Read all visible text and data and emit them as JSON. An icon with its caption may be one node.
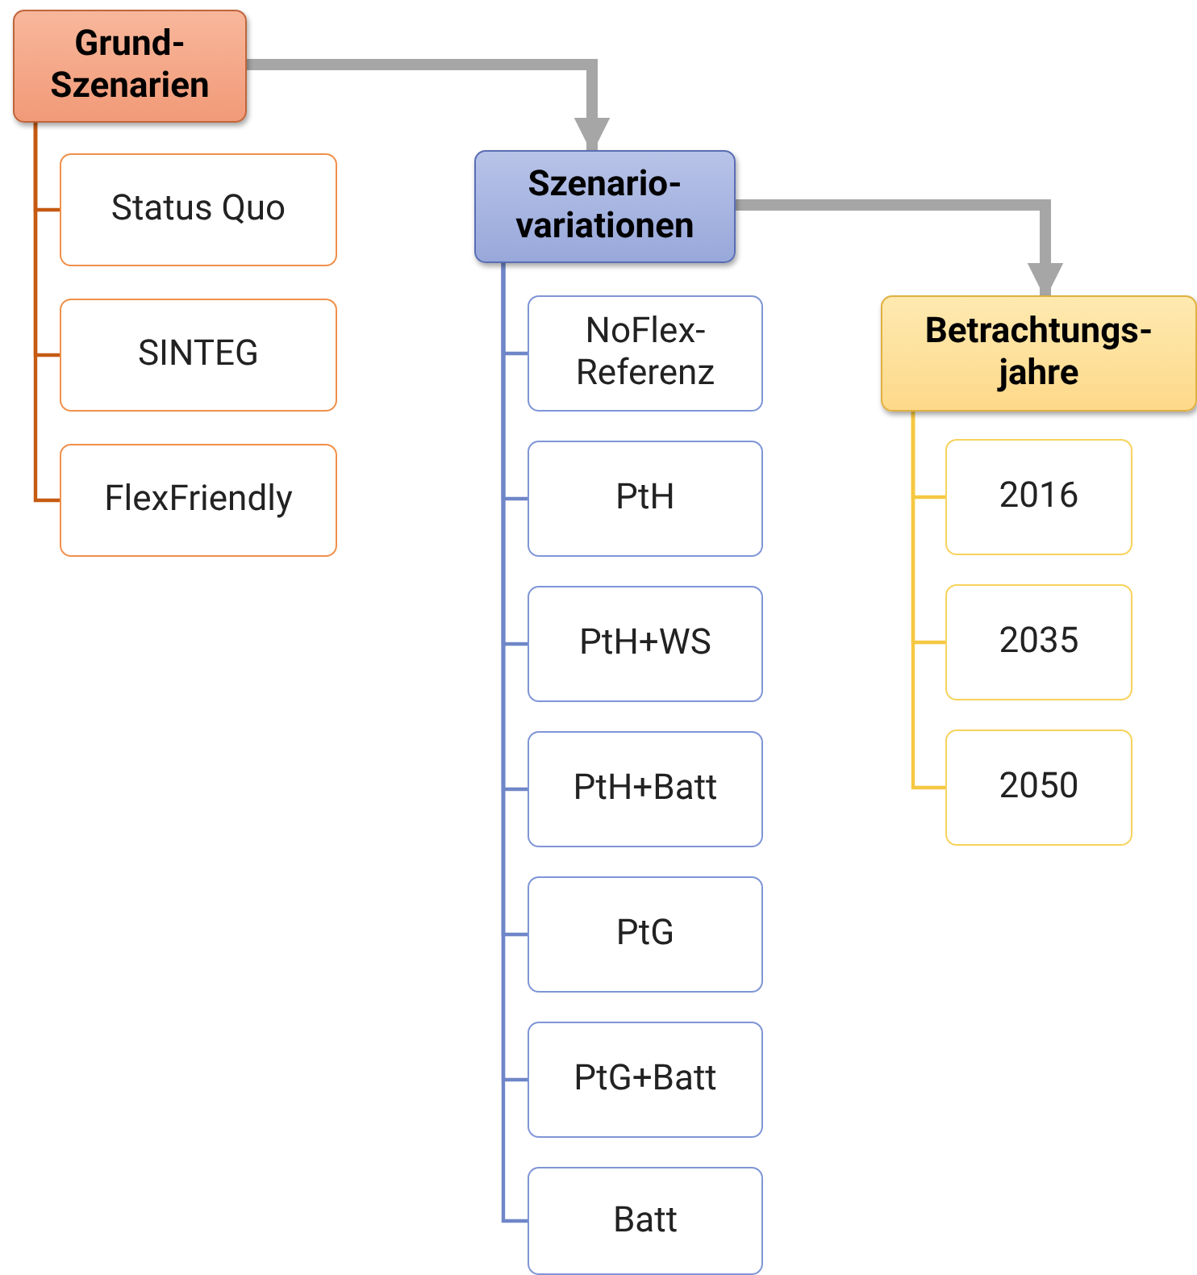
{
  "diagram": {
    "nodes": [
      {
        "text": [
          "Grund-Szenarien"
        ]
      },
      {
        "text": [
          "Status Quo"
        ]
      },
      {
        "text": [
          "SINTEG"
        ]
      },
      {
        "text": [
          "FlexFriendly"
        ]
      },
      {
        "text": [
          "Szenario-variationen"
        ]
      },
      {
        "text": [
          "NoFlex-Referenz"
        ]
      },
      {
        "text": [
          "PtH"
        ]
      },
      {
        "text": [
          "PtH+WS"
        ]
      },
      {
        "text": [
          "PtH+Batt"
        ]
      },
      {
        "text": [
          "PtG"
        ]
      },
      {
        "text": [
          "PtG+Batt"
        ]
      },
      {
        "text": [
          "Batt"
        ]
      },
      {
        "text": [
          "Betrachtungs-jahre"
        ]
      },
      {
        "text": [
          "2016"
        ]
      },
      {
        "text": [
          "2035"
        ]
      },
      {
        "text": [
          "2050"
        ]
      }
    ],
    "edges": [
      {
        "from": 0,
        "to": 1,
        "arrow": "none",
        "color": "#c55a11"
      },
      {
        "from": 0,
        "to": 2,
        "arrow": "none",
        "color": "#c55a11"
      },
      {
        "from": 0,
        "to": 3,
        "arrow": "none",
        "color": "#c55a11"
      },
      {
        "from": 0,
        "to": 4,
        "arrow": "to",
        "style": "thick",
        "color": "#a6a6a6"
      },
      {
        "from": 4,
        "to": 5,
        "arrow": "none",
        "color": "#6f86c8"
      },
      {
        "from": 4,
        "to": 6,
        "arrow": "none",
        "color": "#6f86c8"
      },
      {
        "from": 4,
        "to": 7,
        "arrow": "none",
        "color": "#6f86c8"
      },
      {
        "from": 4,
        "to": 8,
        "arrow": "none",
        "color": "#6f86c8"
      },
      {
        "from": 4,
        "to": 9,
        "arrow": "none",
        "color": "#6f86c8"
      },
      {
        "from": 4,
        "to": 10,
        "arrow": "none",
        "color": "#6f86c8"
      },
      {
        "from": 4,
        "to": 11,
        "arrow": "none",
        "color": "#6f86c8"
      },
      {
        "from": 4,
        "to": 12,
        "arrow": "to",
        "style": "thick",
        "color": "#a6a6a6"
      },
      {
        "from": 12,
        "to": 13,
        "arrow": "none",
        "color": "#f5c842"
      },
      {
        "from": 12,
        "to": 14,
        "arrow": "none",
        "color": "#f5c842"
      },
      {
        "from": 12,
        "to": 15,
        "arrow": "none",
        "color": "#f5c842"
      }
    ]
  }
}
